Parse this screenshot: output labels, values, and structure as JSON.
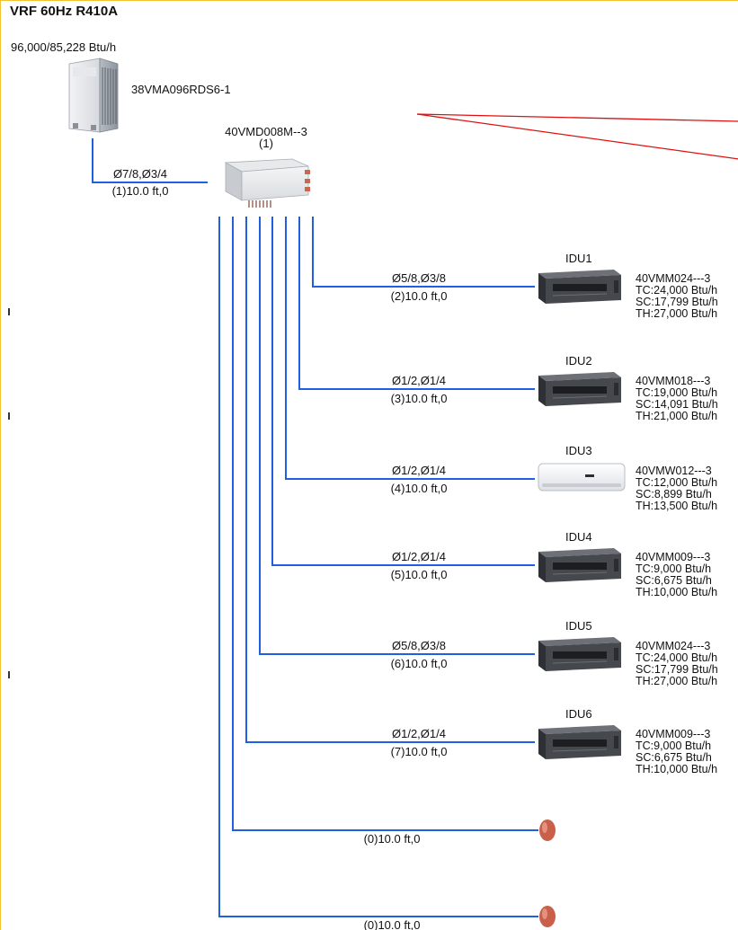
{
  "system": {
    "title": "VRF 60Hz R410A",
    "capacity": "96,000/85,228  Btu/h"
  },
  "outdoor_unit": {
    "model": "38VMA096RDS6-1"
  },
  "branch_box": {
    "model": "40VMD008M--3",
    "index": "(1)"
  },
  "main_pipe": {
    "size": "Ø7/8,Ø3/4",
    "length": "(1)10.0 ft,0"
  },
  "idus": [
    {
      "name": "IDU1",
      "type": "ducted",
      "model": "40VMM024---3",
      "tc": "TC:24,000 Btu/h",
      "sc": "SC:17,799 Btu/h",
      "th": "TH:27,000 Btu/h",
      "pipe_size": "Ø5/8,Ø3/8",
      "pipe_length": "(2)10.0 ft,0"
    },
    {
      "name": "IDU2",
      "type": "ducted",
      "model": "40VMM018---3",
      "tc": "TC:19,000 Btu/h",
      "sc": "SC:14,091 Btu/h",
      "th": "TH:21,000 Btu/h",
      "pipe_size": "Ø1/2,Ø1/4",
      "pipe_length": "(3)10.0 ft,0"
    },
    {
      "name": "IDU3",
      "type": "wall",
      "model": "40VMW012---3",
      "tc": "TC:12,000 Btu/h",
      "sc": "SC:8,899 Btu/h",
      "th": "TH:13,500 Btu/h",
      "pipe_size": "Ø1/2,Ø1/4",
      "pipe_length": "(4)10.0 ft,0"
    },
    {
      "name": "IDU4",
      "type": "ducted",
      "model": "40VMM009---3",
      "tc": "TC:9,000 Btu/h",
      "sc": "SC:6,675 Btu/h",
      "th": "TH:10,000 Btu/h",
      "pipe_size": "Ø1/2,Ø1/4",
      "pipe_length": "(5)10.0 ft,0"
    },
    {
      "name": "IDU5",
      "type": "ducted",
      "model": "40VMM024---3",
      "tc": "TC:24,000 Btu/h",
      "sc": "SC:17,799 Btu/h",
      "th": "TH:27,000 Btu/h",
      "pipe_size": "Ø5/8,Ø3/8",
      "pipe_length": "(6)10.0 ft,0"
    },
    {
      "name": "IDU6",
      "type": "ducted",
      "model": "40VMM009---3",
      "tc": "TC:9,000 Btu/h",
      "sc": "SC:6,675 Btu/h",
      "th": "TH:10,000 Btu/h",
      "pipe_size": "Ø1/2,Ø1/4",
      "pipe_length": "(7)10.0 ft,0"
    }
  ],
  "caps": [
    {
      "length": "(0)10.0 ft,0"
    },
    {
      "length": "(0)10.0 ft,0"
    }
  ],
  "colors": {
    "pipe": "#1f5fe0",
    "annotation": "#e01010",
    "border": "#f2c230",
    "cap": "#c8604a"
  }
}
